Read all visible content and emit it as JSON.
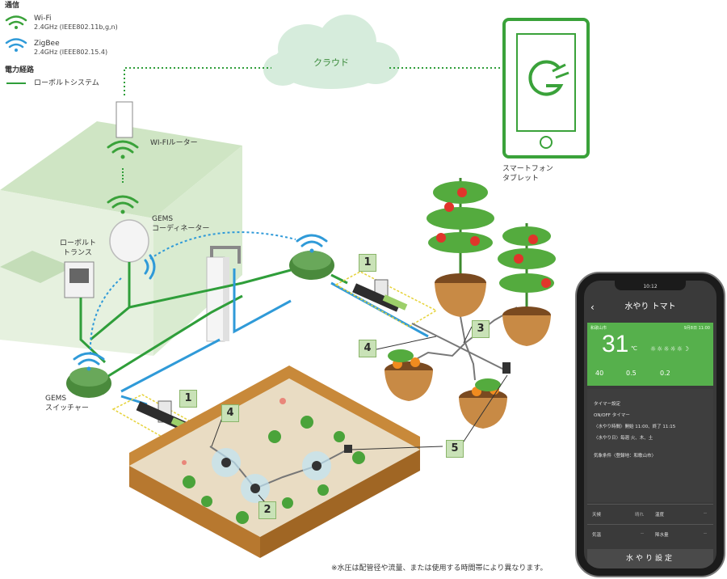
{
  "legend": {
    "comm_title": "通信",
    "wifi_name": "Wi-Fi",
    "wifi_band": "2.4GHz (IEEE802.11b,g,n)",
    "zigbee_name": "ZigBee",
    "zigbee_band": "2.4GHz (IEEE802.15.4)",
    "power_title": "電力経路",
    "power_line": "ローボルトシステム"
  },
  "colors": {
    "wifi": "#3aa23a",
    "zigbee": "#2f9ad8",
    "power_line": "#2f9e3a",
    "water_line": "#2f9ad8",
    "house": "#dcedd3",
    "cloud": "#d6ecdc",
    "wood": "#b7782f",
    "soil": "#e9dcc3"
  },
  "labels": {
    "cloud": "クラウド",
    "router": "WI-FIルーター",
    "coordinator_1": "GEMS",
    "coordinator_2": "コーディネーター",
    "trans_1": "ローボルト",
    "trans_2": "トランス",
    "switcher_1": "GEMS",
    "switcher_2": "スイッチャー",
    "smartphone_1": "スマートフォン",
    "smartphone_2": "タブレット"
  },
  "callouts": [
    {
      "id": "c1a",
      "text": "1"
    },
    {
      "id": "c1b",
      "text": "1"
    },
    {
      "id": "c2",
      "text": "2"
    },
    {
      "id": "c3",
      "text": "3"
    },
    {
      "id": "c4a",
      "text": "4"
    },
    {
      "id": "c4b",
      "text": "4"
    },
    {
      "id": "c5",
      "text": "5"
    }
  ],
  "note": "※水圧は配管径や流量、または使用する時間帯により異なります。",
  "phone": {
    "status_time": "10:12",
    "title": "水やり トマト",
    "back_icon": "chevron-left-icon",
    "location": "和歌山市",
    "date": "9月8日 11:00",
    "temperature": "31",
    "temp_unit": "℃",
    "forecast_icons": "☼☼☼☼☼☽",
    "stat_1": "40",
    "stat_2": "0.5",
    "stat_3": "0.2",
    "lines": [
      "タイマー設定",
      "ON/OFF タイマー",
      "〈水やり時間〉開始 11:00、終了 11:15",
      "〈水やり日〉毎週 火、木、土",
      "気象条件〈登録地：和歌山市〉"
    ],
    "grid": [
      {
        "label": "天候",
        "value": "晴れ"
      },
      {
        "label": "温度",
        "value": "--"
      },
      {
        "label": "気温",
        "value": "--"
      },
      {
        "label": "降水量",
        "value": "--"
      }
    ],
    "button": "水やり設定"
  }
}
